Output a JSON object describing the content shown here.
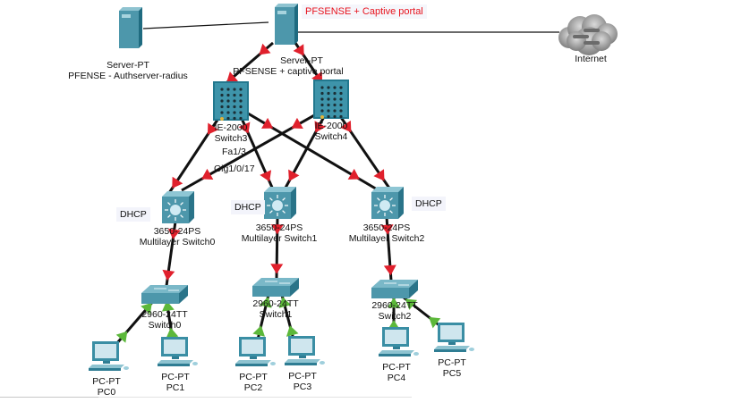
{
  "diagram": {
    "notes": [
      {
        "id": "note-captive",
        "text": "PFSENSE + Captive portal",
        "color": "#e8141e"
      },
      {
        "id": "note-dhcp0",
        "text": "DHCP"
      },
      {
        "id": "note-dhcp1",
        "text": "DHCP"
      },
      {
        "id": "note-dhcp2",
        "text": "DHCP"
      }
    ],
    "port_labels": {
      "fa": "Fa1/3",
      "gig": "Gig1/0/17"
    },
    "devices": [
      {
        "id": "server-radius",
        "type": "server",
        "model": "Server-PT",
        "name": "PFENSE - Authserver-radius"
      },
      {
        "id": "server-pfsense",
        "type": "server",
        "model": "Server-PT",
        "name": "PFSENSE + captive portal"
      },
      {
        "id": "internet",
        "type": "cloud",
        "model": "",
        "name": "Internet"
      },
      {
        "id": "switch3",
        "type": "ie2000",
        "model": "IE-2000",
        "name": "Switch3"
      },
      {
        "id": "switch4",
        "type": "ie2000",
        "model": "IE-2000",
        "name": "Switch4"
      },
      {
        "id": "mls0",
        "type": "multilayer",
        "model": "3650-24PS",
        "name": "Multilayer Switch0"
      },
      {
        "id": "mls1",
        "type": "multilayer",
        "model": "3650-24PS",
        "name": "Multilayer Switch1"
      },
      {
        "id": "mls2",
        "type": "multilayer",
        "model": "3650-24PS",
        "name": "Multilayer Switch2"
      },
      {
        "id": "sw0",
        "type": "switch",
        "model": "2960-24TT",
        "name": "Switch0"
      },
      {
        "id": "sw1",
        "type": "switch",
        "model": "2960-24TT",
        "name": "Switch1"
      },
      {
        "id": "sw2",
        "type": "switch",
        "model": "2960-24TT",
        "name": "Switch2"
      },
      {
        "id": "pc0",
        "type": "pc",
        "model": "PC-PT",
        "name": "PC0"
      },
      {
        "id": "pc1",
        "type": "pc",
        "model": "PC-PT",
        "name": "PC1"
      },
      {
        "id": "pc2",
        "type": "pc",
        "model": "PC-PT",
        "name": "PC2"
      },
      {
        "id": "pc3",
        "type": "pc",
        "model": "PC-PT",
        "name": "PC3"
      },
      {
        "id": "pc4",
        "type": "pc",
        "model": "PC-PT",
        "name": "PC4"
      },
      {
        "id": "pc5",
        "type": "pc",
        "model": "PC-PT",
        "name": "PC5"
      }
    ],
    "links": [
      {
        "from": "server-radius",
        "to": "server-pfsense",
        "style": "thin",
        "status": "none"
      },
      {
        "from": "server-pfsense",
        "to": "internet",
        "style": "thin",
        "status": "none"
      },
      {
        "from": "server-pfsense",
        "to": "switch3",
        "style": "thick",
        "status": "down"
      },
      {
        "from": "server-pfsense",
        "to": "switch4",
        "style": "thick",
        "status": "down"
      },
      {
        "from": "switch3",
        "to": "mls0",
        "style": "thick",
        "status": "down"
      },
      {
        "from": "switch3",
        "to": "mls1",
        "style": "thick",
        "status": "down"
      },
      {
        "from": "switch3",
        "to": "mls2",
        "style": "thick",
        "status": "down"
      },
      {
        "from": "switch4",
        "to": "mls0",
        "style": "thick",
        "status": "down"
      },
      {
        "from": "switch4",
        "to": "mls1",
        "style": "thick",
        "status": "down"
      },
      {
        "from": "switch4",
        "to": "mls2",
        "style": "thick",
        "status": "down"
      },
      {
        "from": "mls0",
        "to": "sw0",
        "style": "thick",
        "status": "down"
      },
      {
        "from": "mls1",
        "to": "sw1",
        "style": "thick",
        "status": "down"
      },
      {
        "from": "mls2",
        "to": "sw2",
        "style": "thick",
        "status": "down"
      },
      {
        "from": "sw0",
        "to": "pc0",
        "style": "thick",
        "status": "up"
      },
      {
        "from": "sw0",
        "to": "pc1",
        "style": "thick",
        "status": "up"
      },
      {
        "from": "sw1",
        "to": "pc2",
        "style": "thick",
        "status": "up"
      },
      {
        "from": "sw1",
        "to": "pc3",
        "style": "thick",
        "status": "up"
      },
      {
        "from": "sw2",
        "to": "pc4",
        "style": "thick",
        "status": "up"
      },
      {
        "from": "sw2",
        "to": "pc5",
        "style": "thick",
        "status": "up"
      }
    ],
    "colors": {
      "link_down": "#e0202c",
      "link_up": "#5cb83a",
      "device_teal": "#4d97ab",
      "cable": "#111111"
    }
  }
}
